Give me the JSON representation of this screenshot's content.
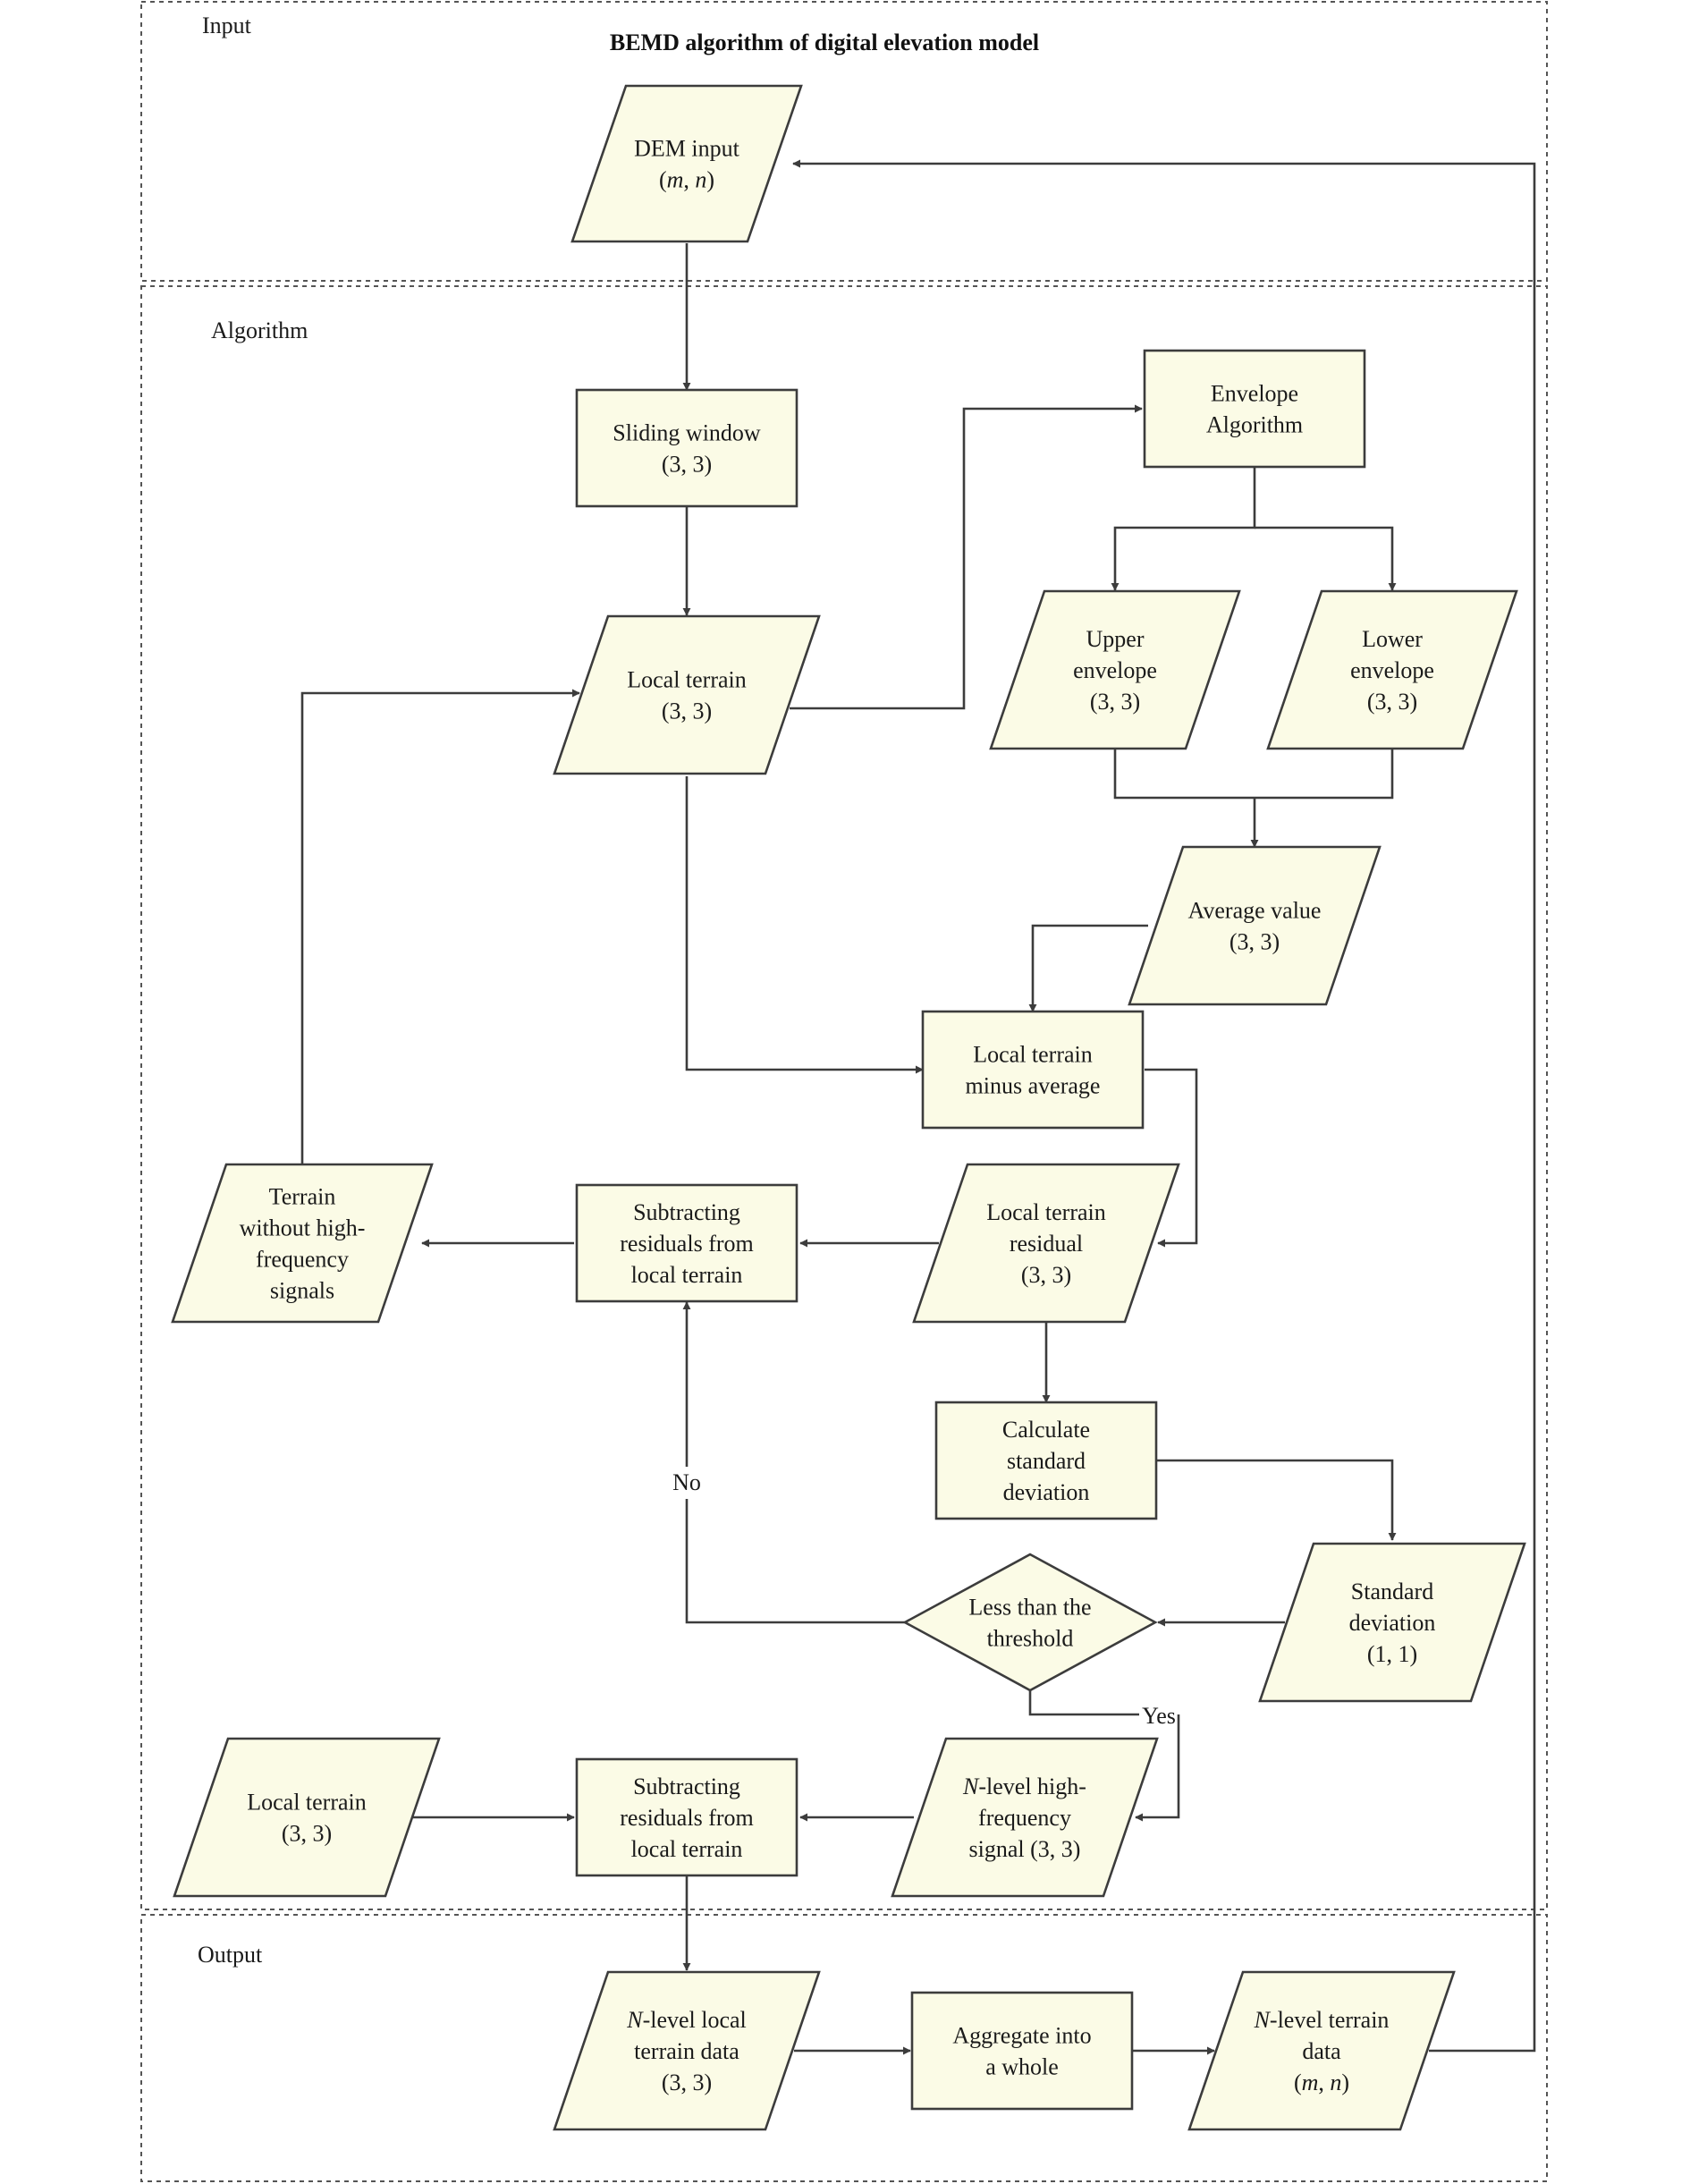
{
  "title": "BEMD algorithm of digital elevation model",
  "regions": {
    "input": "Input",
    "algorithm": "Algorithm",
    "output": "Output"
  },
  "nodes": {
    "dem_input": [
      "DEM input",
      "(m, n)"
    ],
    "sliding_window": [
      "Sliding window",
      "(3, 3)"
    ],
    "local_terrain_top": [
      "Local terrain",
      "(3, 3)"
    ],
    "envelope_algorithm": [
      "Envelope",
      "Algorithm"
    ],
    "upper_envelope": [
      "Upper",
      "envelope",
      "(3, 3)"
    ],
    "lower_envelope": [
      "Lower",
      "envelope",
      "(3, 3)"
    ],
    "average_value": [
      "Average value",
      "(3, 3)"
    ],
    "local_minus_average": [
      "Local terrain",
      "minus average"
    ],
    "local_terrain_residual": [
      "Local terrain",
      "residual",
      "(3, 3)"
    ],
    "subtracting_residuals_1": [
      "Subtracting",
      "residuals from",
      "local terrain"
    ],
    "terrain_without_hf": [
      "Terrain",
      "without high-",
      "frequency",
      "signals"
    ],
    "calculate_std": [
      "Calculate",
      "standard",
      "deviation"
    ],
    "standard_deviation": [
      "Standard",
      "deviation",
      "(1, 1)"
    ],
    "less_than_threshold": [
      "Less than the",
      "threshold"
    ],
    "n_level_hf_signal": [
      "N-level high-",
      "frequency",
      "signal (3, 3)"
    ],
    "subtracting_residuals_2": [
      "Subtracting",
      "residuals from",
      "local terrain"
    ],
    "local_terrain_bottom": [
      "Local terrain",
      "(3, 3)"
    ],
    "n_level_local_terrain": [
      "N-level local",
      "terrain data",
      "(3, 3)"
    ],
    "aggregate": [
      "Aggregate into",
      "a whole"
    ],
    "n_level_terrain_data": [
      "N-level terrain",
      "data",
      "(m, n)"
    ]
  },
  "edge_labels": {
    "no": "No",
    "yes": "Yes"
  }
}
